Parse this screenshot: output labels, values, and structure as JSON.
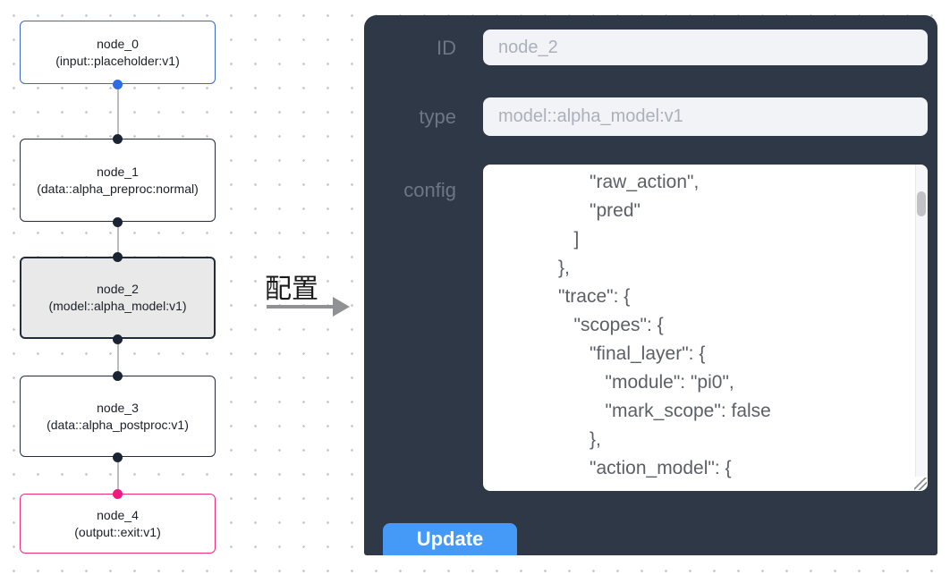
{
  "flow": {
    "nodes": [
      {
        "title": "node_0",
        "subtitle": "(input::placeholder:v1)",
        "kind": "input",
        "border_color": "#3a67c9"
      },
      {
        "title": "node_1",
        "subtitle": "(data::alpha_preproc:normal)",
        "kind": "data",
        "border_color": "#232c3b"
      },
      {
        "title": "node_2",
        "subtitle": "(model::alpha_model:v1)",
        "kind": "model",
        "border_color": "#232c3b",
        "selected": true
      },
      {
        "title": "node_3",
        "subtitle": "(data::alpha_postproc:v1)",
        "kind": "data",
        "border_color": "#232c3b"
      },
      {
        "title": "node_4",
        "subtitle": "(output::exit:v1)",
        "kind": "output",
        "border_color": "#ee2d7b"
      }
    ],
    "port_colors": {
      "input": "#2c6ce8",
      "default": "#1b2433",
      "output": "#f01980"
    },
    "edge_color": "#b9bcc0"
  },
  "annotation": {
    "text": "配置"
  },
  "panel": {
    "background": "#2e3847",
    "id_label": "ID",
    "id_value": "node_2",
    "type_label": "type",
    "type_value": "model::alpha_model:v1",
    "config_label": "config",
    "config_value": "                  \"raw_action\",\n                  \"pred\"\n               ]\n            },\n            \"trace\": {\n               \"scopes\": {\n                  \"final_layer\": {\n                     \"module\": \"pi0\",\n                     \"mark_scope\": false\n                  },\n                  \"action_model\": {",
    "update_label": "Update",
    "update_color": "#459af7"
  }
}
